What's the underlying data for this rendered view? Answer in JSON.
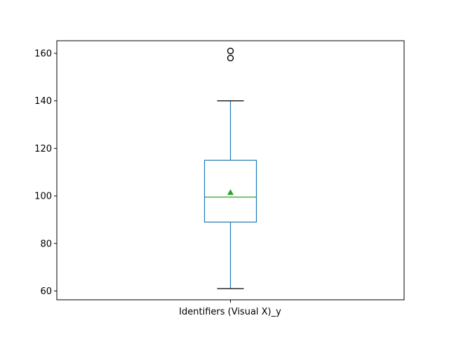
{
  "chart_data": {
    "type": "box",
    "categories": [
      "Identifiers (Visual X)_y"
    ],
    "boxes": [
      {
        "category": "Identifiers (Visual X)_y",
        "whisker_low": 61,
        "q1": 89,
        "median": 99.5,
        "mean": 101.5,
        "q3": 115,
        "whisker_high": 140,
        "outliers": [
          158,
          161
        ]
      }
    ],
    "title": "",
    "xlabel": "",
    "ylabel": "",
    "ylim": [
      56.3,
      165.3
    ],
    "yticks": [
      60,
      80,
      100,
      120,
      140,
      160
    ],
    "ytick_labels": [
      "60",
      "80",
      "100",
      "120",
      "140",
      "160"
    ],
    "grid": false,
    "legend": "none",
    "colors": {
      "box": "#1f77b4",
      "whisker": "#1f77b4",
      "cap": "#000000",
      "median": "#2ca02c",
      "mean_marker": "#2ca02c",
      "outlier": "#000000"
    }
  }
}
